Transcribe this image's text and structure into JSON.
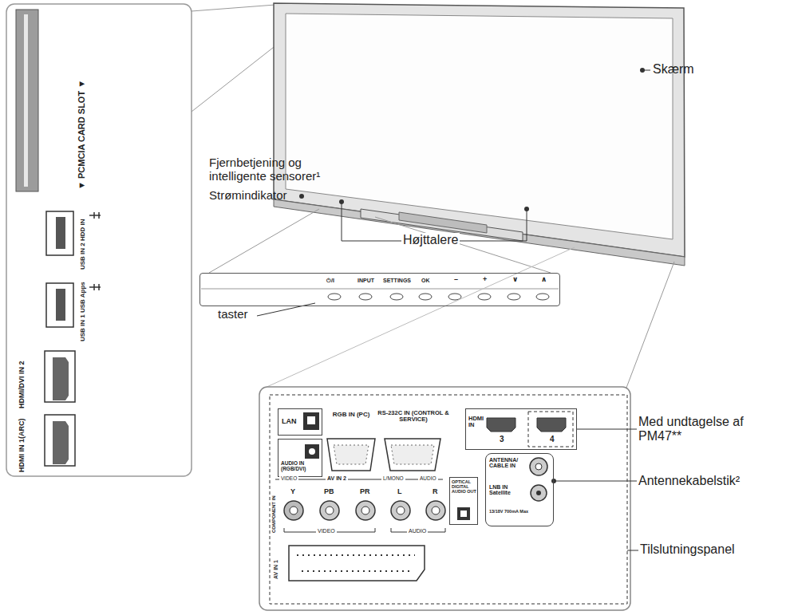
{
  "diagram": {
    "nodes": [
      {
        "text": [
          "⏻/I",
          "INPUT",
          "SETTINGS",
          "OK",
          "–",
          "+",
          "∨",
          "∧"
        ]
      },
      {
        "text": [
          "LAN"
        ]
      },
      {
        "text": [
          "AUDIO IN (RGB/DVI)"
        ]
      },
      {
        "text": [
          "HDMI IN",
          "3",
          "4"
        ]
      },
      {
        "text": [
          "OPTICAL DIGITAL AUDIO OUT"
        ]
      },
      {
        "text": [
          "ANTENNA/ CABLE IN",
          "LNB IN Satellite",
          "13/18V 700mA Max"
        ]
      }
    ],
    "labels": [
      "▼ PCMCIA CARD SLOT ▼",
      "USB IN 2 HDD IN",
      "USB IN 1 USB Apps",
      "HDMI/DVI IN 2",
      "HDMI IN 1(ARC)",
      "Skærm",
      "Fjernbetjening og intelligente sensorer¹",
      "Strømindikator",
      "Højttalere",
      "taster",
      "RGB IN (PC)",
      "RS-232C IN (CONTROL & SERVICE)",
      "Med undtagelse af PM47**",
      "AV IN 2",
      "VIDEO",
      "L/MONO",
      "AUDIO",
      "COMPONENT IN",
      "Y",
      "PB",
      "PR",
      "L",
      "R",
      "VIDEO",
      "AUDIO",
      "Antennekabelstik²",
      "AV IN 1",
      "Tilslutningspanel"
    ]
  }
}
